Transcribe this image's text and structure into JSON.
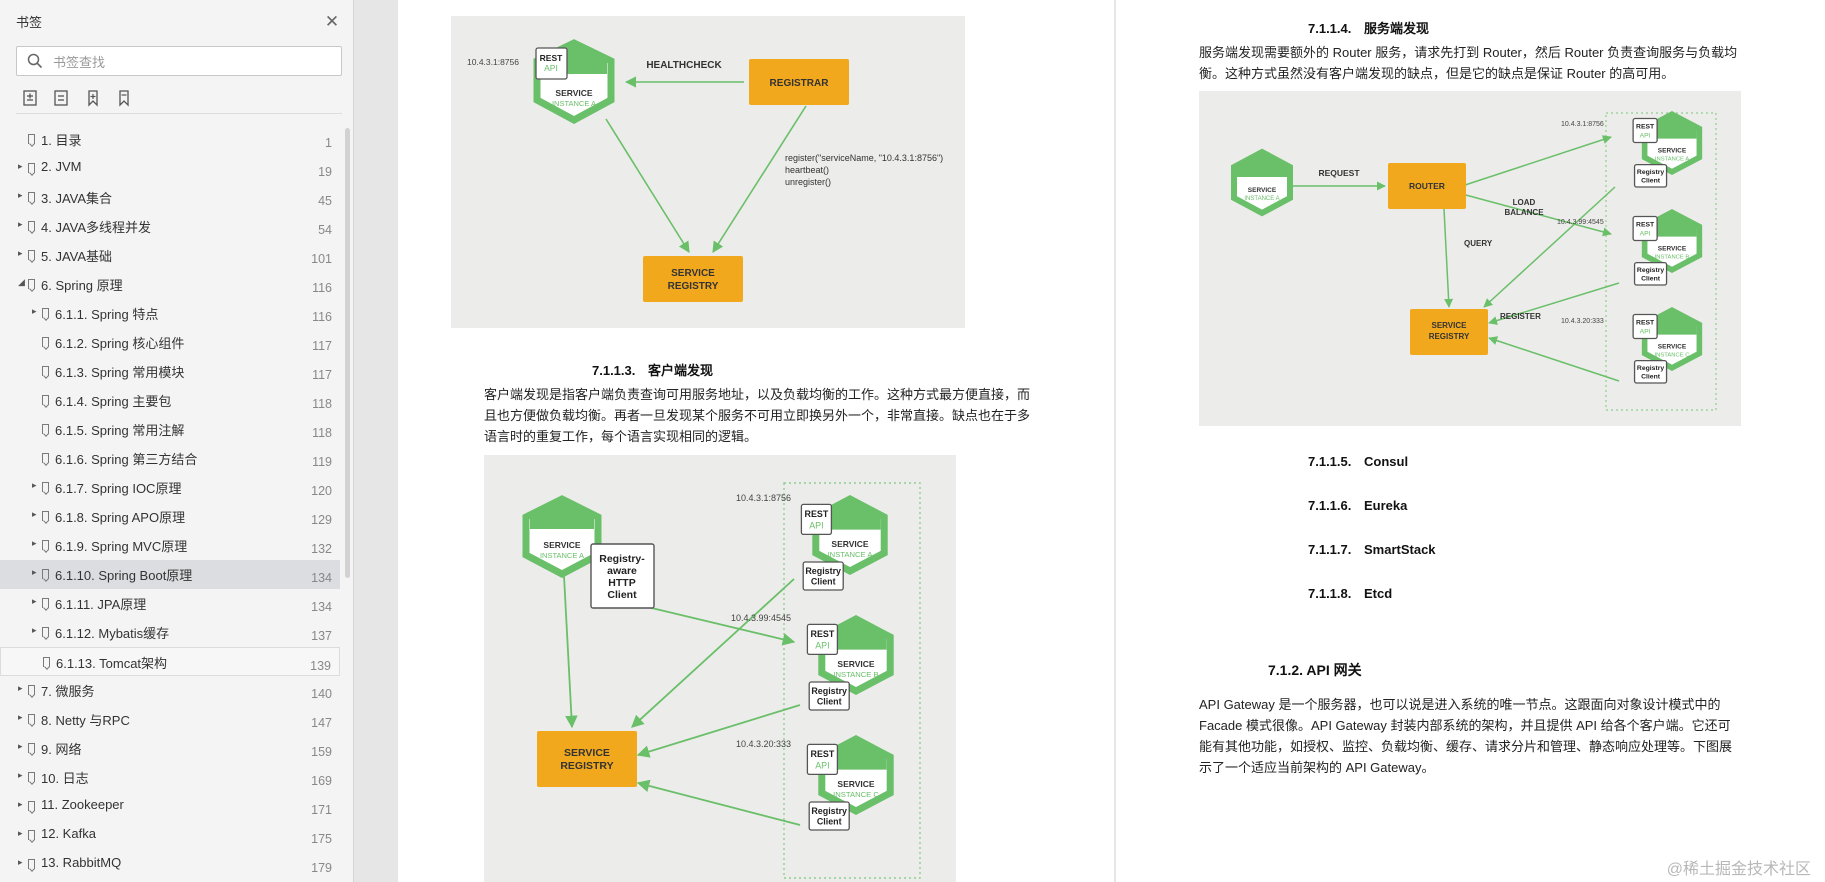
{
  "sidebar": {
    "title": "书签",
    "search_placeholder": "书签查找",
    "toc": [
      {
        "label": "1. 目录",
        "page": "1",
        "level": 0,
        "arrow": ""
      },
      {
        "label": "2. JVM",
        "page": "19",
        "level": 0,
        "arrow": "▸"
      },
      {
        "label": "3. JAVA集合",
        "page": "45",
        "level": 0,
        "arrow": "▸"
      },
      {
        "label": "4. JAVA多线程并发",
        "page": "54",
        "level": 0,
        "arrow": "▸"
      },
      {
        "label": "5. JAVA基础",
        "page": "101",
        "level": 0,
        "arrow": "▸"
      },
      {
        "label": "6. Spring 原理",
        "page": "116",
        "level": 0,
        "arrow": "◢"
      },
      {
        "label": "6.1.1. Spring 特点",
        "page": "116",
        "level": 1,
        "arrow": "▸"
      },
      {
        "label": "6.1.2. Spring 核心组件",
        "page": "117",
        "level": 1,
        "arrow": ""
      },
      {
        "label": "6.1.3. Spring 常用模块",
        "page": "117",
        "level": 1,
        "arrow": ""
      },
      {
        "label": "6.1.4. Spring 主要包",
        "page": "118",
        "level": 1,
        "arrow": ""
      },
      {
        "label": "6.1.5. Spring 常用注解",
        "page": "118",
        "level": 1,
        "arrow": ""
      },
      {
        "label": "6.1.6. Spring 第三方结合",
        "page": "119",
        "level": 1,
        "arrow": ""
      },
      {
        "label": "6.1.7. Spring IOC原理",
        "page": "120",
        "level": 1,
        "arrow": "▸"
      },
      {
        "label": "6.1.8. Spring APO原理",
        "page": "129",
        "level": 1,
        "arrow": "▸"
      },
      {
        "label": "6.1.9. Spring MVC原理",
        "page": "132",
        "level": 1,
        "arrow": "▸"
      },
      {
        "label": "6.1.10. Spring Boot原理",
        "page": "134",
        "level": 1,
        "arrow": "▸"
      },
      {
        "label": "6.1.11. JPA原理",
        "page": "134",
        "level": 1,
        "arrow": "▸"
      },
      {
        "label": "6.1.12. Mybatis缓存",
        "page": "137",
        "level": 1,
        "arrow": "▸"
      },
      {
        "label": "6.1.13. Tomcat架构",
        "page": "139",
        "level": 1,
        "arrow": ""
      },
      {
        "label": "7.   微服务",
        "page": "140",
        "level": 0,
        "arrow": "▸"
      },
      {
        "label": "8. Netty 与RPC",
        "page": "147",
        "level": 0,
        "arrow": "▸"
      },
      {
        "label": "9. 网络",
        "page": "159",
        "level": 0,
        "arrow": "▸"
      },
      {
        "label": "10. 日志",
        "page": "169",
        "level": 0,
        "arrow": "▸"
      },
      {
        "label": "11. Zookeeper",
        "page": "171",
        "level": 0,
        "arrow": "▸"
      },
      {
        "label": "12. Kafka",
        "page": "175",
        "level": 0,
        "arrow": "▸"
      },
      {
        "label": "13. RabbitMQ",
        "page": "179",
        "level": 0,
        "arrow": "▸"
      }
    ]
  },
  "pageL": {
    "fig1": {
      "ip": "10.4.3.1:8756",
      "rest_api": [
        "REST",
        "API"
      ],
      "service": "SERVICE",
      "instance_a": "INSTANCE A",
      "healthcheck": "HEALTHCHECK",
      "registrar": "REGISTRAR",
      "code": [
        "register(\"serviceName, \"10.4.3.1:8756\")",
        "heartbeat()",
        "unregister()"
      ],
      "registry": [
        "SERVICE",
        "REGISTRY"
      ]
    },
    "heading_client": {
      "num": "7.1.1.3.",
      "title": "客户端发现"
    },
    "para_client": "客户端发现是指客户端负责查询可用服务地址，以及负载均衡的工作。这种方式最方便直接，而且也方便做负载均衡。再者一旦发现某个服务不可用立即换另外一个，非常直接。缺点也在于多语言时的重复工作，每个语言实现相同的逻辑。",
    "fig2": {
      "service": "SERVICE",
      "instance_a": "INSTANCE A",
      "registry_aware": [
        "Registry-",
        "aware",
        "HTTP",
        "Client"
      ],
      "ip1": "10.4.3.1:8756",
      "ip2": "10.4.3.99:4545",
      "ip3": "10.4.3.20:333",
      "rest_api": [
        "REST",
        "API"
      ],
      "instances": [
        "INSTANCE A",
        "INSTANCE B",
        "INSTANCE C"
      ],
      "registry_client": [
        "Registry",
        "Client"
      ],
      "registry": [
        "SERVICE",
        "REGISTRY"
      ]
    }
  },
  "pageR": {
    "heading_server": {
      "num": "7.1.1.4.",
      "title": "服务端发现"
    },
    "para_server": "服务端发现需要额外的 Router 服务，请求先打到 Router，然后 Router 负责查询服务与负载均衡。这种方式虽然没有客户端发现的缺点，但是它的缺点是保证 Router 的高可用。",
    "fig3": {
      "service": "SERVICE",
      "instance_a": "INSTANCE A",
      "request": "REQUEST",
      "router": "ROUTER",
      "load_balance": [
        "LOAD",
        "BALANCE"
      ],
      "query": "QUERY",
      "register": "REGISTER",
      "ip1": "10.4.3.1:8756",
      "ip2": "10.4.3.99:4545",
      "ip3": "10.4.3.20:333",
      "rest_api": [
        "REST",
        "API"
      ],
      "instances": [
        "INSTANCE A",
        "INSTANCE B",
        "INSTANCE C"
      ],
      "registry_client": [
        "Registry",
        "Client"
      ],
      "registry": [
        "SERVICE",
        "REGISTRY"
      ]
    },
    "h_consul": {
      "num": "7.1.1.5.",
      "title": "Consul"
    },
    "h_eureka": {
      "num": "7.1.1.6.",
      "title": "Eureka"
    },
    "h_smartstack": {
      "num": "7.1.1.7.",
      "title": "SmartStack"
    },
    "h_etcd": {
      "num": "7.1.1.8.",
      "title": "Etcd"
    },
    "h_gateway": "7.1.2. API 网关",
    "para_gateway": "API Gateway 是一个服务器，也可以说是进入系统的唯一节点。这跟面向对象设计模式中的 Facade 模式很像。API Gateway 封装内部系统的架构，并且提供 API 给各个客户端。它还可能有其他功能，如授权、监控、负载均衡、缓存、请求分片和管理、静态响应处理等。下图展示了一个适应当前架构的 API Gateway。"
  },
  "watermark": "@稀土掘金技术社区",
  "colors": {
    "green": "#6abf69",
    "orange": "#f2a81d",
    "fig_bg": "#ececea",
    "sel": "#dcdde1"
  }
}
